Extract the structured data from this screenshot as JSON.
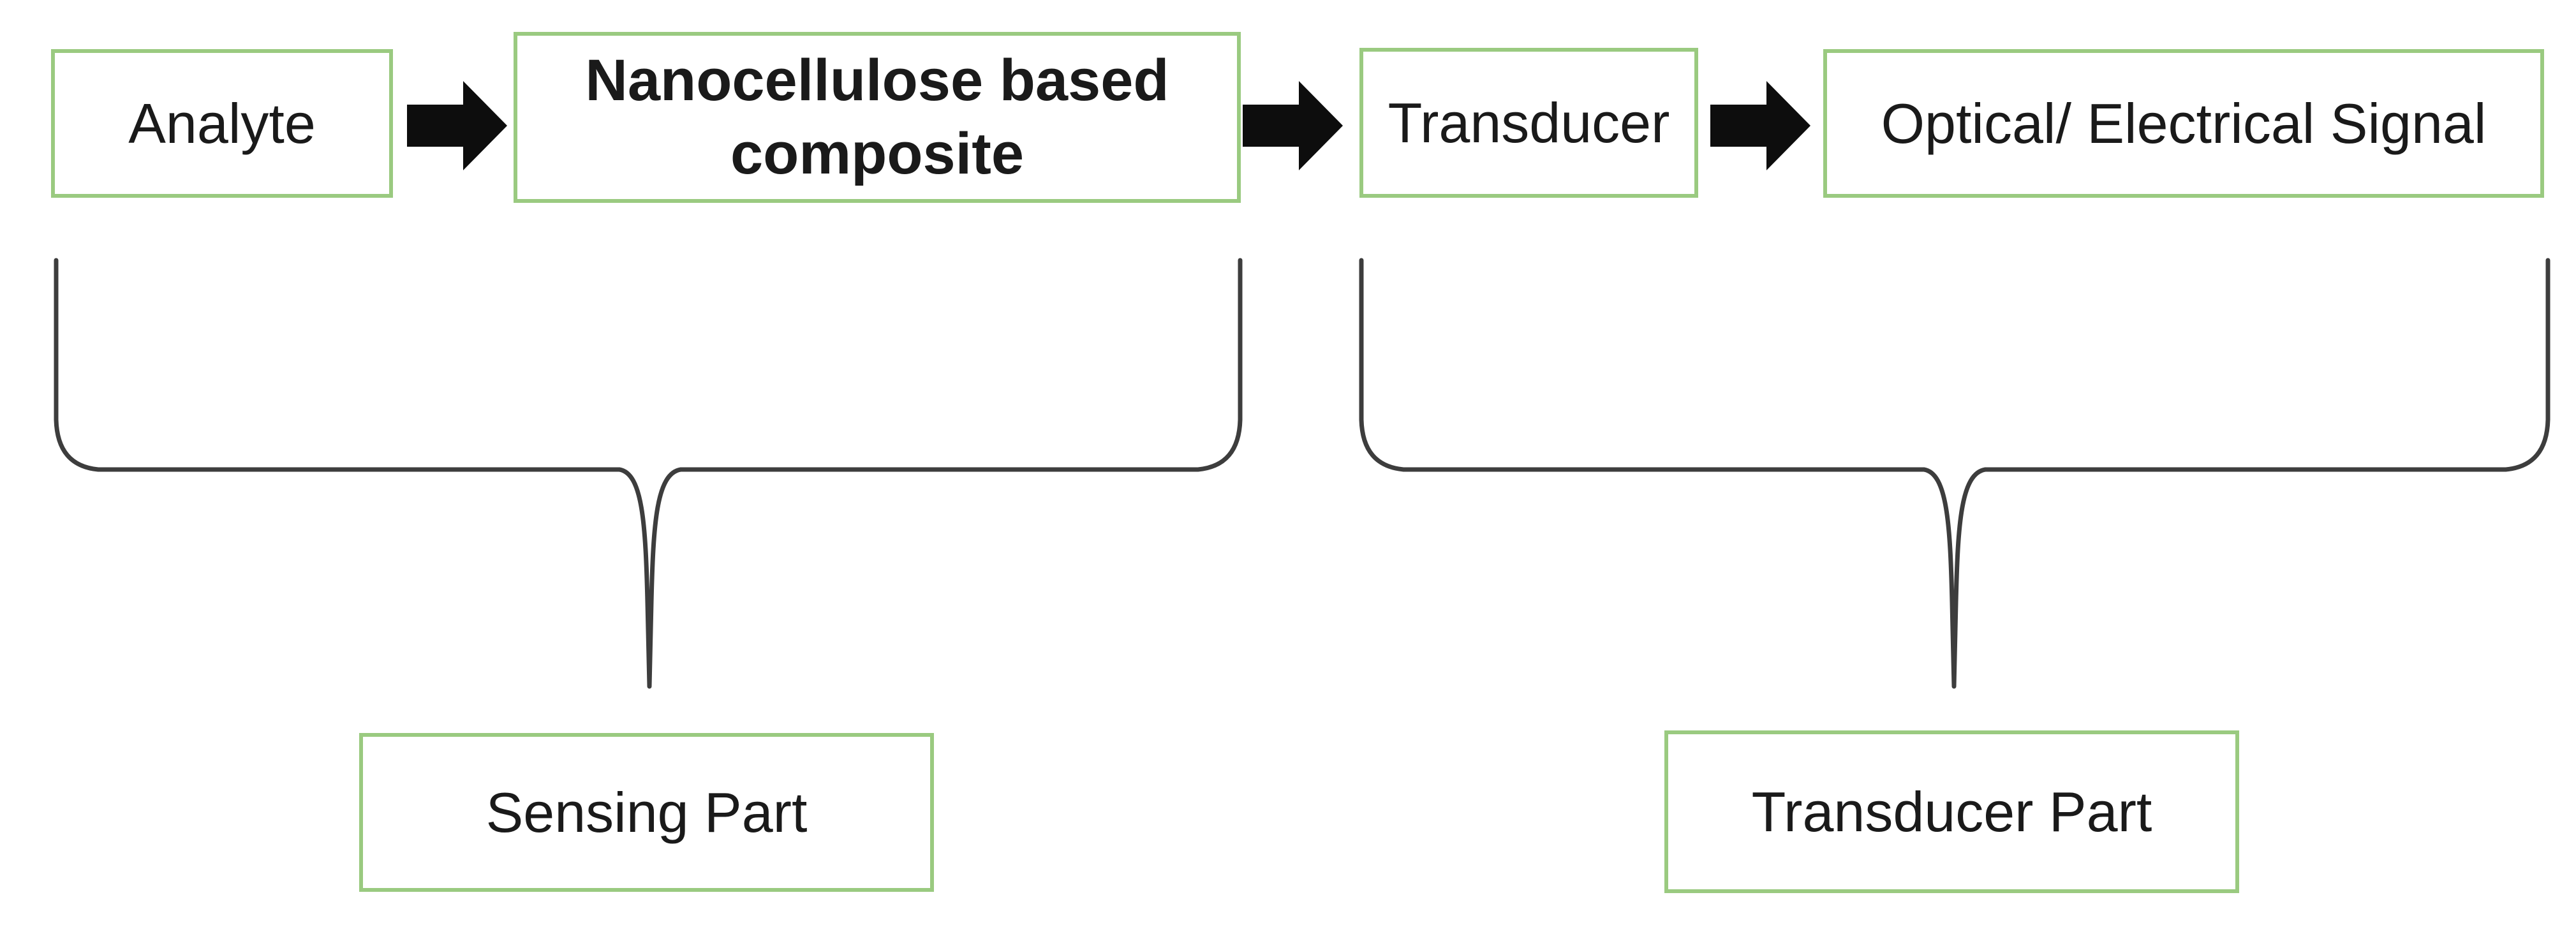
{
  "diagram": {
    "flow_boxes": [
      {
        "label": "Analyte"
      },
      {
        "label": "Nanocellulose based composite"
      },
      {
        "label": "Transducer"
      },
      {
        "label": "Optical/ Electrical Signal"
      }
    ],
    "group_labels": [
      {
        "label": "Sensing Part"
      },
      {
        "label": "Transducer Part"
      }
    ],
    "icons": {
      "arrows": [
        "arrow-right",
        "arrow-right",
        "arrow-right"
      ],
      "braces": [
        "curly-brace-pointing-down",
        "curly-brace-pointing-down"
      ]
    },
    "colors": {
      "background": "#ffffff",
      "box_border": "#9aca80",
      "arrow": "#0d0d0d",
      "brace": "#3d3d3d",
      "text": "#1a1a1a"
    }
  }
}
